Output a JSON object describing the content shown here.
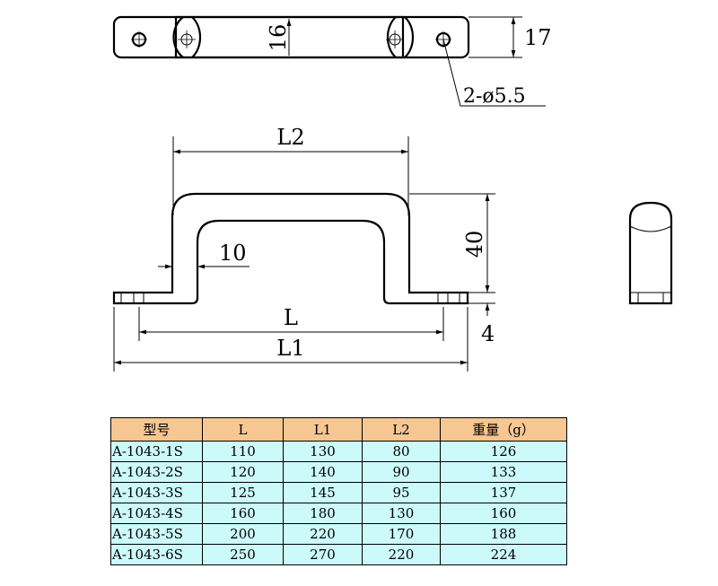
{
  "drawing": {
    "labels": {
      "top_height_inner": "16",
      "top_height_outer": "17",
      "holes": "2-ø5.5",
      "l2": "L2",
      "height": "40",
      "bar_width": "10",
      "l": "L",
      "l1": "L1",
      "foot_thickness": "4"
    }
  },
  "table": {
    "headers": [
      "型号",
      "L",
      "L1",
      "L2",
      "重量（g）"
    ],
    "rows": [
      [
        "A-1043-1S",
        "110",
        "130",
        "80",
        "126"
      ],
      [
        "A-1043-2S",
        "120",
        "140",
        "90",
        "133"
      ],
      [
        "A-1043-3S",
        "125",
        "145",
        "95",
        "137"
      ],
      [
        "A-1043-4S",
        "160",
        "180",
        "130",
        "160"
      ],
      [
        "A-1043-5S",
        "200",
        "220",
        "170",
        "188"
      ],
      [
        "A-1043-6S",
        "250",
        "270",
        "220",
        "224"
      ]
    ]
  },
  "colors": {
    "header_bg": "#f6c693",
    "row_bg": "#ccf9f9"
  }
}
